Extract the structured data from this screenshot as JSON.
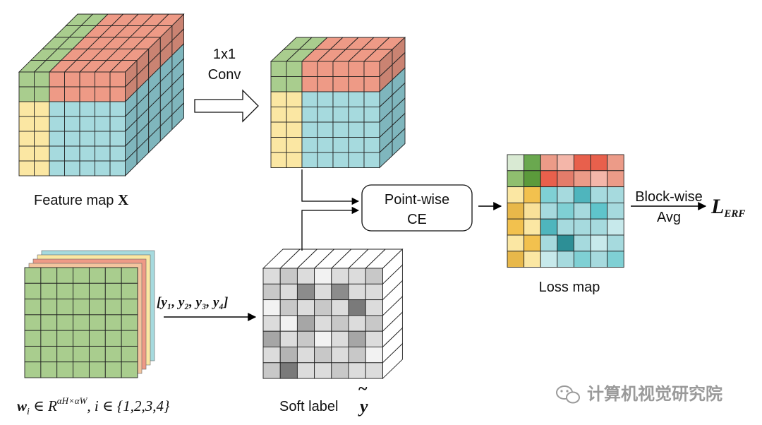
{
  "labels": {
    "conv_line1": "1x1",
    "conv_line2": "Conv",
    "feature_map_text": "Feature map ",
    "feature_map_symbol": "X",
    "pointwise_line1": "Point-wise",
    "pointwise_line2": "CE",
    "block_line1": "Block-wise",
    "block_line2": "Avg",
    "l_main": "L",
    "l_sub": "ERF",
    "loss_map": "Loss map",
    "soft_label_text": "Soft label",
    "soft_label_symbol": "y",
    "soft_label_tilde": "~",
    "y_vector": "[y₁, y₂, y₃, y₄]",
    "weights_formula": "wᵢ ∈ R^{αH×αW}, i ∈ {1,2,3,4}",
    "w_main": "w",
    "w_sub": "i",
    "w_in": " ∈ ",
    "r_main": "R",
    "r_sup": "αH×αW",
    "i_set": ", i ∈ {1,2,3,4}"
  },
  "watermark": {
    "text": "计算机视觉研究院",
    "icon": "wechat-icon"
  },
  "colors": {
    "green": "#a9cd8e",
    "green_dark": "#6aa84f",
    "salmon": "#ee9a86",
    "teal": "#a6dade",
    "yellow": "#fbe7a3",
    "gray_light": "#d9d9d9",
    "gray_dark": "#8c8c8c"
  },
  "loss_map_grid": [
    [
      "#d9ead3",
      "#6aa84f",
      "#ec9b88",
      "#f4b6a9",
      "#e8604c",
      "#e8604c",
      "#ec9b88"
    ],
    [
      "#8fbf6f",
      "#5b9a3b",
      "#e8604c",
      "#e47c6a",
      "#ec9b88",
      "#f4b6a9",
      "#ec9b88"
    ],
    [
      "#fbe7a3",
      "#f2c14e",
      "#7fd0d4",
      "#a6dade",
      "#4fb5bd",
      "#a6dade",
      "#a6dade"
    ],
    [
      "#e8b84a",
      "#f9e199",
      "#a6dade",
      "#7fd0d4",
      "#a6dade",
      "#5fc4cb",
      "#a6dade"
    ],
    [
      "#f2c14e",
      "#fbe7a3",
      "#4fb5bd",
      "#a6dade",
      "#a6dade",
      "#a6dade",
      "#c7e9eb"
    ],
    [
      "#fbe7a3",
      "#f2c14e",
      "#a6dade",
      "#2d8f96",
      "#a6dade",
      "#c7e9eb",
      "#a6dade"
    ],
    [
      "#e8b84a",
      "#fbe7a3",
      "#c7e9eb",
      "#a6dade",
      "#7fd0d4",
      "#a6dade",
      "#7fd0d4"
    ]
  ],
  "soft_label_grid": [
    [
      "#dcdcdc",
      "#c8c8c8",
      "#dcdcdc",
      "#f2f2f2",
      "#dcdcdc",
      "#dcdcdc",
      "#c8c8c8"
    ],
    [
      "#c8c8c8",
      "#dcdcdc",
      "#8c8c8c",
      "#dcdcdc",
      "#8c8c8c",
      "#dcdcdc",
      "#dcdcdc"
    ],
    [
      "#f2f2f2",
      "#c8c8c8",
      "#dcdcdc",
      "#c8c8c8",
      "#dcdcdc",
      "#7a7a7a",
      "#dcdcdc"
    ],
    [
      "#dcdcdc",
      "#f2f2f2",
      "#a6a6a6",
      "#dcdcdc",
      "#c8c8c8",
      "#dcdcdc",
      "#c8c8c8"
    ],
    [
      "#a6a6a6",
      "#dcdcdc",
      "#c8c8c8",
      "#f2f2f2",
      "#dcdcdc",
      "#a6a6a6",
      "#dcdcdc"
    ],
    [
      "#dcdcdc",
      "#b4b4b4",
      "#dcdcdc",
      "#c8c8c8",
      "#dcdcdc",
      "#c8c8c8",
      "#f2f2f2"
    ],
    [
      "#c8c8c8",
      "#7a7a7a",
      "#dcdcdc",
      "#dcdcdc",
      "#c8c8c8",
      "#dcdcdc",
      "#dcdcdc"
    ]
  ]
}
